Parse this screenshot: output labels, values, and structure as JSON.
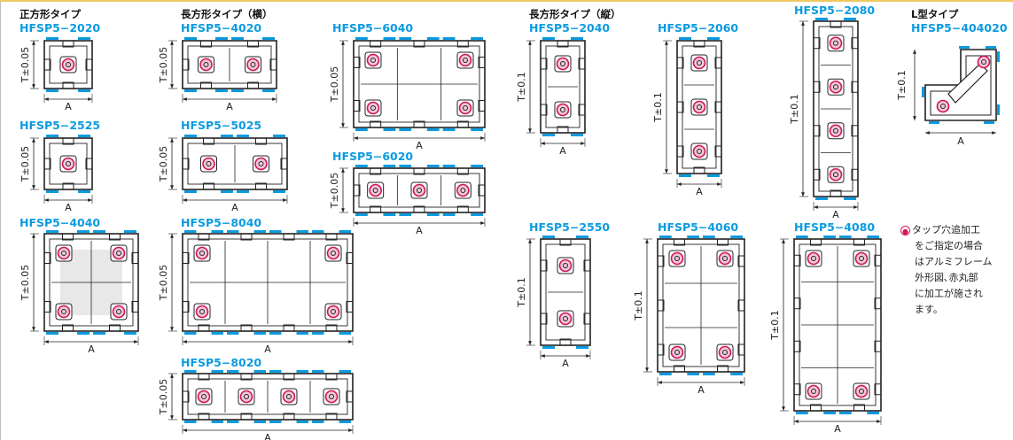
{
  "groups": {
    "square": "正方形タイプ",
    "rect_h": "長方形タイプ（横）",
    "rect_v": "長方形タイプ（縦）",
    "l_type": "L型タイプ"
  },
  "dims": {
    "a": "A",
    "t005": "T±0.05",
    "t01": "T±0.1"
  },
  "profiles": [
    {
      "id": "HFSP5−2020"
    },
    {
      "id": "HFSP5−2525"
    },
    {
      "id": "HFSP5−4040"
    },
    {
      "id": "HFSP5−4020"
    },
    {
      "id": "HFSP5−5025"
    },
    {
      "id": "HFSP5−8040"
    },
    {
      "id": "HFSP5−8020"
    },
    {
      "id": "HFSP5−6040"
    },
    {
      "id": "HFSP5−6020"
    },
    {
      "id": "HFSP5−2040"
    },
    {
      "id": "HFSP5−2550"
    },
    {
      "id": "HFSP5−2060"
    },
    {
      "id": "HFSP5−4060"
    },
    {
      "id": "HFSP5−2080"
    },
    {
      "id": "HFSP5−4080"
    },
    {
      "id": "HFSP5−404020"
    }
  ],
  "note": {
    "lines": [
      "タップ穴追加工",
      "をご指定の場合",
      "はアルミフレーム",
      "外形図､赤丸部",
      "に加工が施され",
      "ます。"
    ]
  },
  "colors": {
    "accent": "#0b9be0",
    "tap_hole": "#d0145a",
    "hole_fill": "#f0c8d8",
    "outline": "#222222"
  }
}
